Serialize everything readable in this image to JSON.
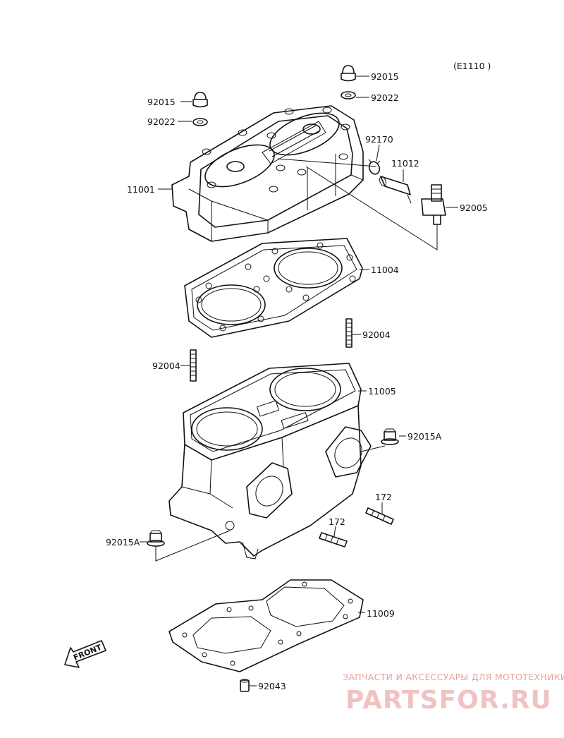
{
  "diagram_code": "(E1110 )",
  "parts": {
    "cap_nut_right": "92015",
    "washer_right": "92022",
    "cap_nut_left": "92015",
    "washer_left": "92022",
    "cylinder_head": "11001",
    "clamp": "92170",
    "hose": "11012",
    "fitting": "92005",
    "head_gasket": "11004",
    "stud_right": "92004",
    "stud_left": "92004",
    "cylinder": "11005",
    "flange_nut_right": "92015A",
    "flange_nut_left": "92015A",
    "exhaust_stud_upper": "172",
    "exhaust_stud_lower": "172",
    "base_gasket": "11009",
    "dowel_pin": "92043"
  },
  "front_marker": "FRONT",
  "watermark": {
    "tagline": "ЗАПЧАСТИ И АКСЕССУАРЫ ДЛЯ МОТОТЕХНИКИ",
    "brand": "PARTSFOR.RU"
  }
}
